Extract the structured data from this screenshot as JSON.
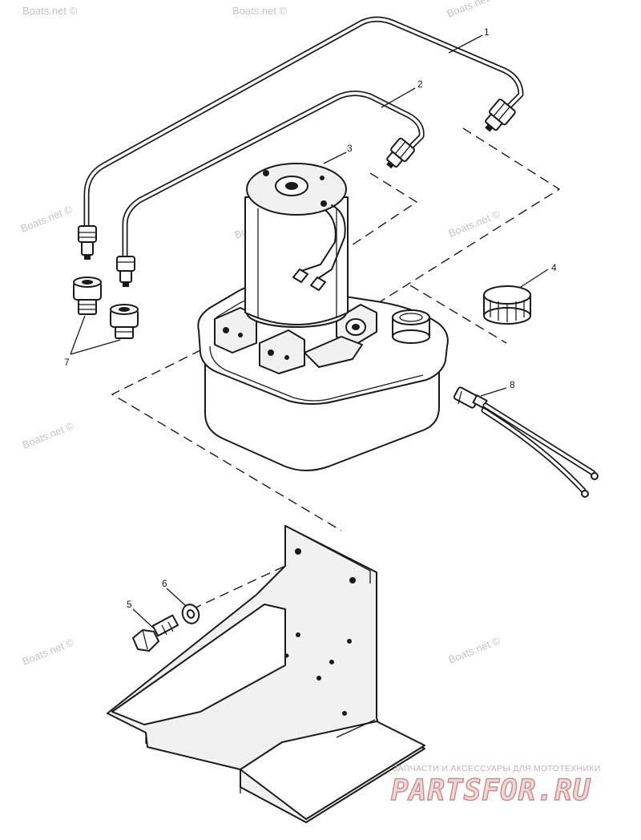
{
  "diagram": {
    "callouts": [
      "1",
      "2",
      "3",
      "4",
      "5",
      "6",
      "7",
      "8"
    ]
  },
  "watermarks": [
    "Boats.net ©",
    "Boats.net ©",
    "Boats.net ©",
    "Boats.net ©",
    "Boats.net ©",
    "Boats.net ©",
    "Boats.net ©",
    "Boats.net ©",
    "Boats.net ©"
  ],
  "branding": {
    "caption": "ЗАПЧАСТИ И АКСЕССУАРЫ ДЛЯ МОТОТЕХНИКИ",
    "logo": "PARTSFOR.RU"
  }
}
